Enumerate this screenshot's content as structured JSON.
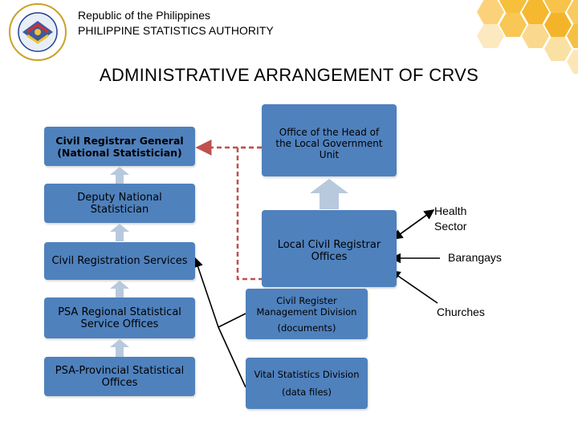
{
  "header": {
    "republic": "Republic of the Philippines",
    "agency": "PHILIPPINE STATISTICS AUTHORITY"
  },
  "title": "ADMINISTRATIVE ARRANGEMENT OF CRVS",
  "left_column": [
    {
      "label": "Civil Registrar General (National Statistician)"
    },
    {
      "label": "Deputy National Statistician"
    },
    {
      "label": "Civil Registration Services"
    },
    {
      "label": "PSA Regional Statistical Service Offices"
    },
    {
      "label": "PSA-Provincial Statistical Offices"
    }
  ],
  "center_column": {
    "head_lgu": "Office of the Head of the Local Government Unit",
    "lcr": "Local Civil Registrar Offices",
    "crmd_title": "Civil Register Management Division",
    "crmd_sub": "(documents)",
    "vsd_title": "Vital Statistics Division",
    "vsd_sub": "(data files)"
  },
  "right_labels": {
    "health": "Health Sector",
    "barangays": "Barangays",
    "churches": "Churches"
  },
  "colors": {
    "box_fill": "#4f81bd",
    "arrow_fill": "#b8c9de",
    "dashed_red": "#c0504d",
    "hex_yellow": "#f5b82e"
  }
}
